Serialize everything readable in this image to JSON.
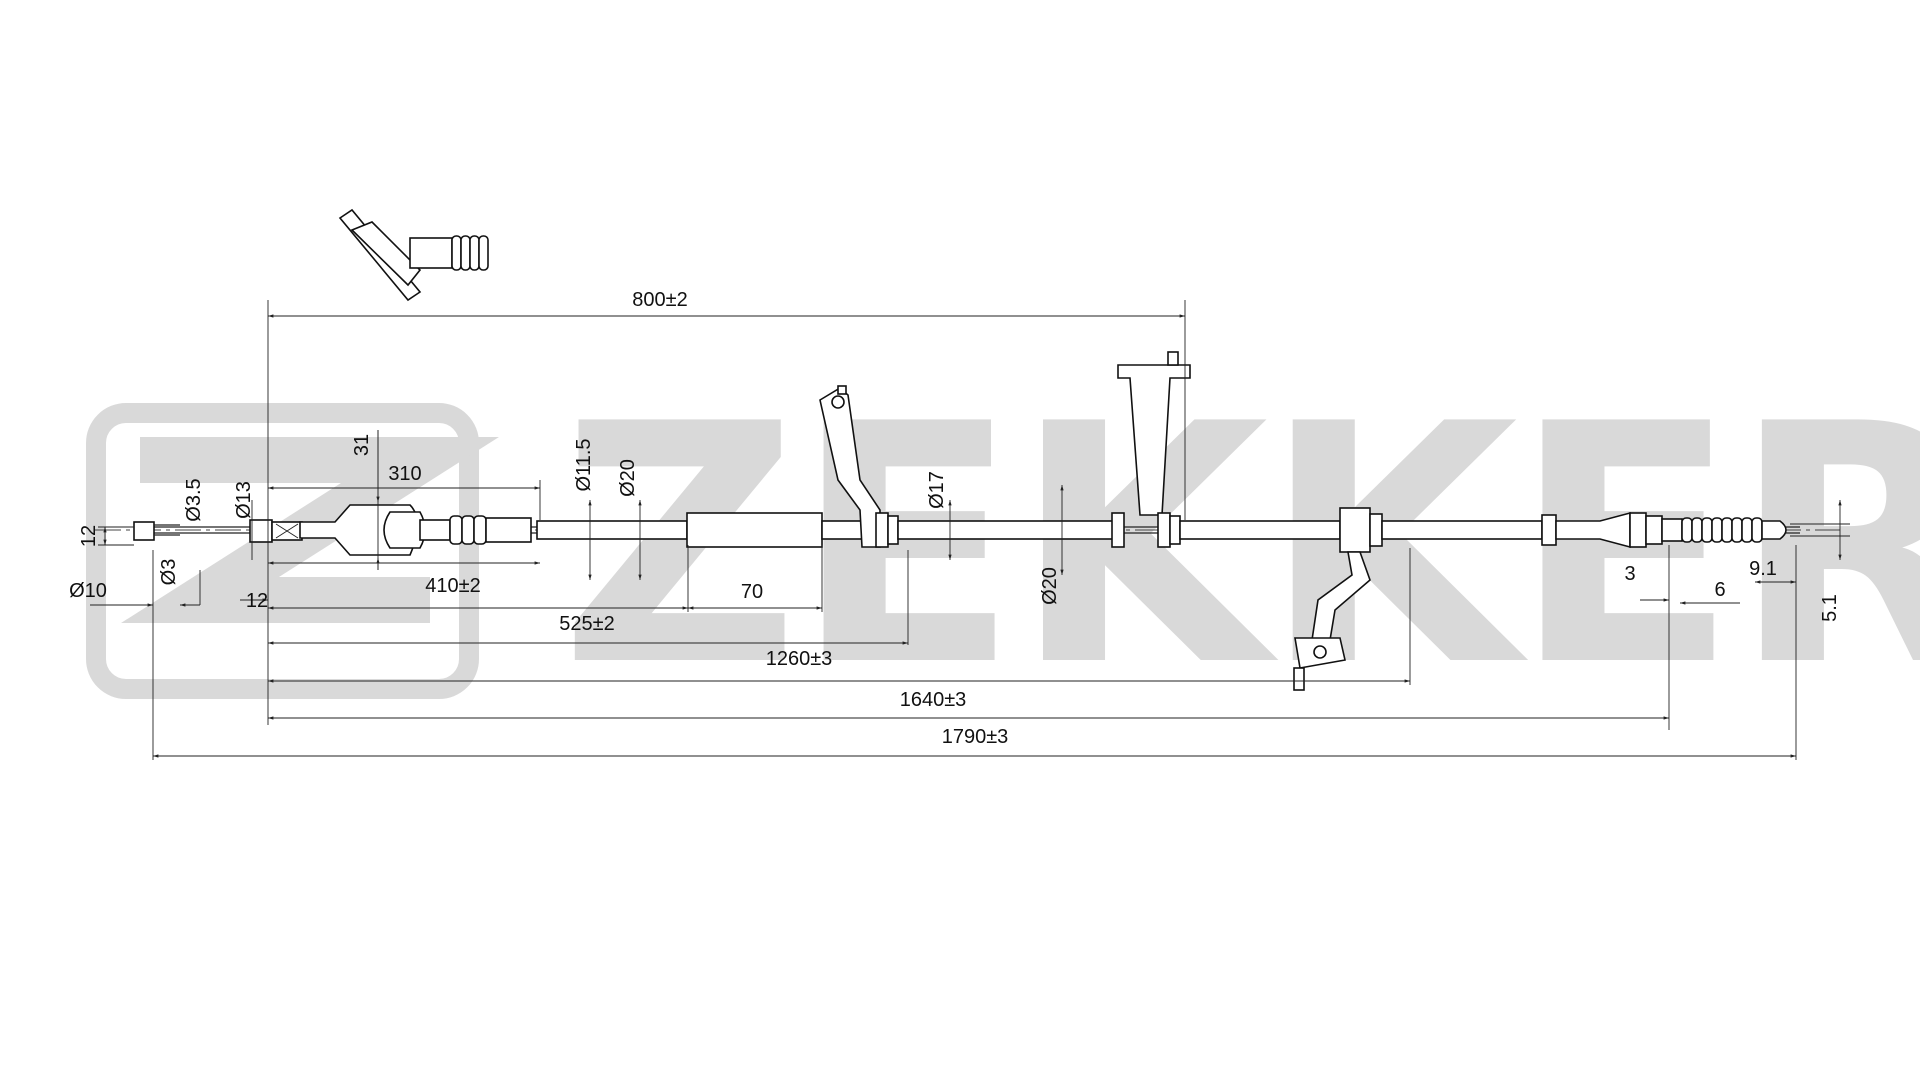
{
  "watermark": {
    "brand": "ZEKKERT",
    "color": "#d9d9d9"
  },
  "dimensions": {
    "d800": "800±2",
    "d310": "310",
    "d31": "31",
    "d410": "410±2",
    "d525": "525±2",
    "d70": "70",
    "d1260": "1260±3",
    "d1640": "1640±3",
    "d1790": "1790±3",
    "d12_left": "12",
    "d12_bottom": "12",
    "dia10": "Ø10",
    "dia3": "Ø3",
    "dia3_5": "Ø3.5",
    "dia13": "Ø13",
    "dia11_5": "Ø11.5",
    "dia20_a": "Ø20",
    "dia17": "Ø17",
    "dia20_b": "Ø20",
    "d3": "3",
    "d6": "6",
    "d9_1": "9.1",
    "d5_1": "5.1"
  }
}
